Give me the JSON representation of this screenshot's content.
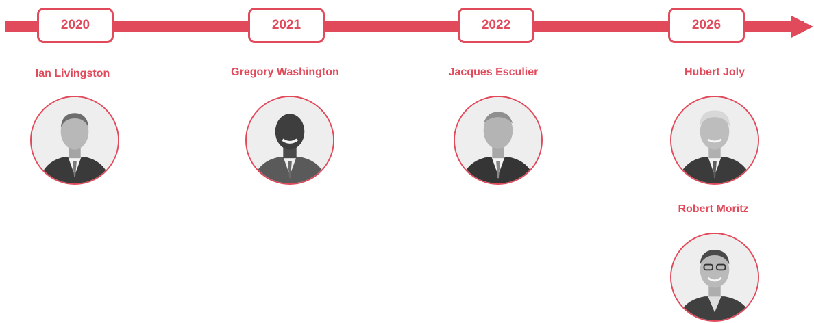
{
  "timeline": {
    "accent_color": "#e04a5a",
    "entries": [
      {
        "year": "2020",
        "people": [
          {
            "name": "Ian Livingston",
            "photo": "portrait-photo"
          }
        ]
      },
      {
        "year": "2021",
        "people": [
          {
            "name": "Gregory Washington",
            "photo": "portrait-photo"
          }
        ]
      },
      {
        "year": "2022",
        "people": [
          {
            "name": "Jacques Esculier",
            "photo": "portrait-photo"
          }
        ]
      },
      {
        "year": "2026",
        "people": [
          {
            "name": "Hubert Joly",
            "photo": "portrait-photo"
          },
          {
            "name": "Robert Moritz",
            "photo": "portrait-photo"
          }
        ]
      }
    ]
  }
}
